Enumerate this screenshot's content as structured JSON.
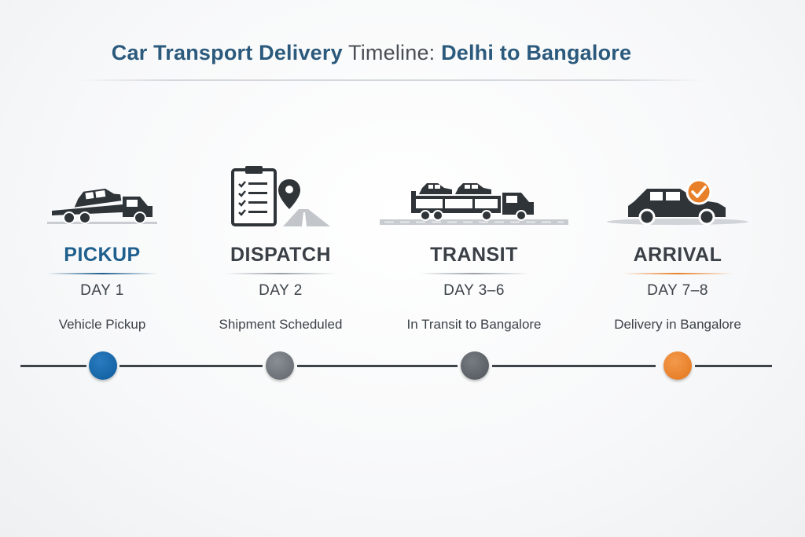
{
  "title": {
    "part1": "Car Transport Delivery",
    "part2": "Timeline:",
    "part3": "Delhi to Bangalore"
  },
  "colors": {
    "title_blue": "#2b5a7d",
    "pickup_blue": "#1e5f8e",
    "dispatch_gray": "#3a4046",
    "arrival_orange": "#e8802a",
    "line_dark": "#3d4348"
  },
  "stages": [
    {
      "name": "PICKUP",
      "day": "DAY 1",
      "description": "Vehicle Pickup",
      "icon": "tow-truck-icon",
      "dot_color": "#1565a6"
    },
    {
      "name": "DISPATCH",
      "day": "DAY 2",
      "description": "Shipment Scheduled",
      "icon": "clipboard-checklist-location-icon",
      "dot_color": "#6c7177"
    },
    {
      "name": "TRANSIT",
      "day": "DAY 3–6",
      "description": "In Transit to Bangalore",
      "icon": "car-carrier-truck-icon",
      "dot_color": "#5a6066"
    },
    {
      "name": "ARRIVAL",
      "day": "DAY 7–8",
      "description": "Delivery in Bangalore",
      "icon": "car-checkmark-icon",
      "dot_color": "#e8802a"
    }
  ]
}
